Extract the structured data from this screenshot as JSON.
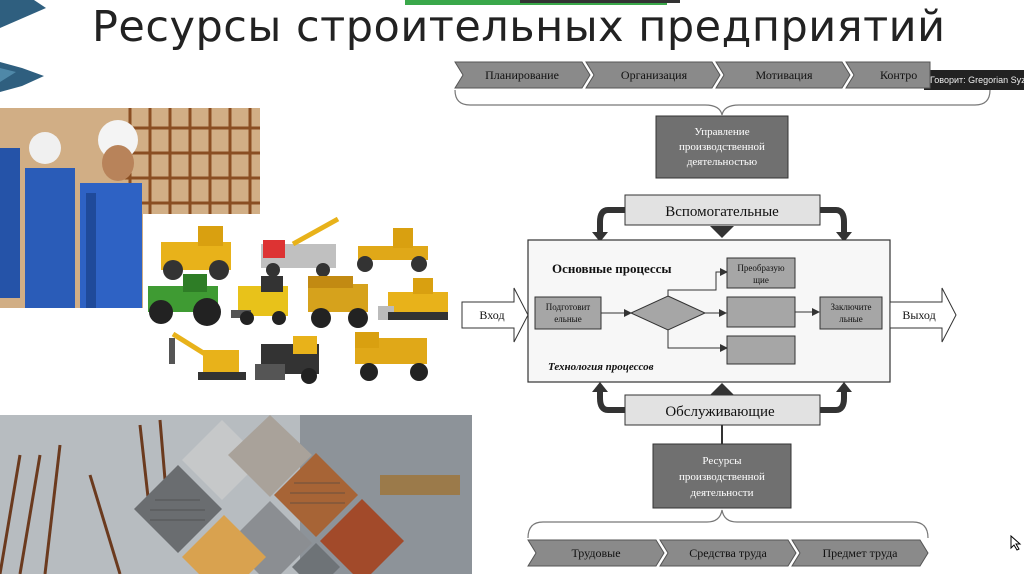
{
  "slide": {
    "title": "Ресурсы строительных предприятий"
  },
  "top_chevrons": [
    "Планирование",
    "Организация",
    "Мотивация",
    "Контро"
  ],
  "speaker_popup": "Говорит: Gregorian Syzrano",
  "diagram": {
    "management_box": [
      "Управление",
      "производственной",
      "деятельностью"
    ],
    "auxiliary": "Вспомогательные",
    "main_processes": "Основные процессы",
    "technology": "Технология процессов",
    "input": "Вход",
    "output": "Выход",
    "prep": [
      "Подготовит",
      "ельные"
    ],
    "transform": [
      "Преобразую",
      "щие"
    ],
    "final": [
      "Заключите",
      "льные"
    ],
    "service": "Обслуживающие",
    "resources_box": [
      "Ресурсы",
      "производственной",
      "деятельности"
    ]
  },
  "bottom_chevrons": [
    "Трудовые",
    "Средства труда",
    "Предмет труда"
  ],
  "colors": {
    "box_dark": "#707070",
    "box_light": "#e2e2e2",
    "chevron": "#8a8a8a",
    "logo": "#2f5f7f"
  }
}
